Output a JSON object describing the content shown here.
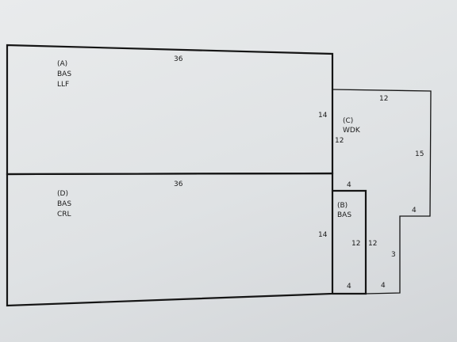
{
  "sketch": {
    "areas": [
      {
        "id": "A",
        "code": "(A)",
        "type": "BAS",
        "sub": "LLF",
        "dims": {
          "top": "36",
          "right": "14"
        }
      },
      {
        "id": "D",
        "code": "(D)",
        "type": "BAS",
        "sub": "CRL",
        "dims": {
          "top": "36",
          "right": "14"
        }
      },
      {
        "id": "C",
        "code": "(C)",
        "type": "WDK",
        "dims": {
          "top": "12",
          "right": "15",
          "left": "12",
          "step": "4",
          "notch_bottom": "4"
        }
      },
      {
        "id": "B",
        "code": "(B)",
        "type": "BAS",
        "dims": {
          "top": "4",
          "right": "12",
          "bottom": "4",
          "outer_left": "12",
          "outer_right": "3",
          "outer_bottom": "4"
        }
      }
    ]
  }
}
